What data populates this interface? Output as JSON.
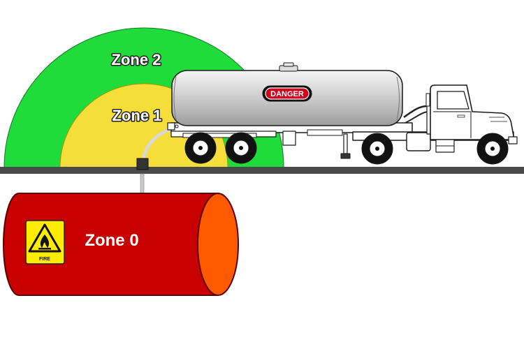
{
  "zones": {
    "zone2": {
      "label": "Zone 2",
      "color": "#1fdc3a"
    },
    "zone1": {
      "label": "Zone 1",
      "color": "#f5dd3a"
    },
    "zone0": {
      "label": "Zone 0",
      "color": "#c80000",
      "end_color": "#ff5a00"
    }
  },
  "tanker": {
    "placard": "DANGER"
  },
  "fire_sign": {
    "label": "FIRE",
    "icon": "flame-warning-icon",
    "color": "#ffec00"
  },
  "colors": {
    "ground": "#4a4a4a",
    "tank_body": "#c9c9c9",
    "placard_red": "#d0021b"
  }
}
